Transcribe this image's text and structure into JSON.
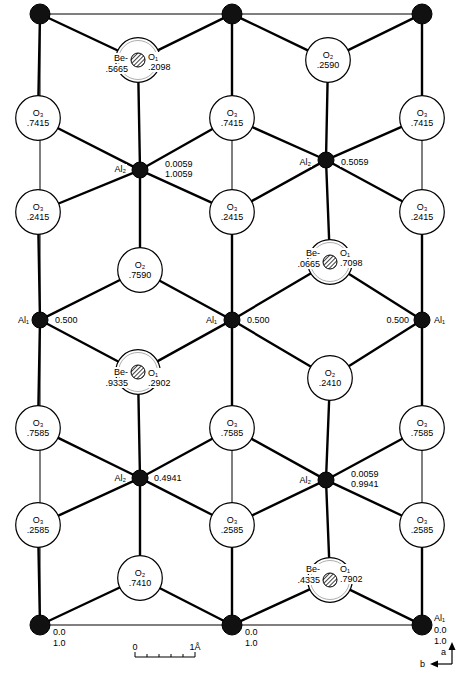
{
  "diagram": {
    "nodes": [
      {
        "text": [
          "O₁",
          ".2098"
        ]
      },
      {
        "text": [
          "O₂",
          ".2590"
        ]
      },
      {
        "text": [
          "O₃",
          ".7415"
        ]
      },
      {
        "text": [
          "O₃",
          ".7415"
        ]
      },
      {
        "text": [
          "O₃",
          ".7415"
        ]
      },
      {
        "text": [
          "O₃",
          ".2415"
        ]
      },
      {
        "text": [
          "O₃",
          ".2415"
        ]
      },
      {
        "text": [
          "O₃",
          ".2415"
        ]
      },
      {
        "text": [
          "O₁",
          ".7098"
        ]
      },
      {
        "text": [
          "O₂",
          ".7590"
        ]
      },
      {
        "text": [
          "O₁",
          ".2902"
        ]
      },
      {
        "text": [
          "O₂",
          ".2410"
        ]
      },
      {
        "text": [
          "O₃",
          ".7585"
        ]
      },
      {
        "text": [
          "O₃",
          ".7585"
        ]
      },
      {
        "text": [
          "O₃",
          ".7585"
        ]
      },
      {
        "text": [
          "O₃",
          ".2585"
        ]
      },
      {
        "text": [
          "O₃",
          ".2585"
        ]
      },
      {
        "text": [
          "O₃",
          ".2585"
        ]
      },
      {
        "text": [
          "O₂",
          ".7410"
        ]
      },
      {
        "text": [
          "O₁",
          ".7902"
        ]
      }
    ],
    "labels": [
      "Be-",
      ".5665",
      "Al₂",
      "0.0059",
      "1.0059",
      "Al₂",
      "0.5059",
      "Be-",
      ".0665",
      "Al₁",
      "0.500",
      "Al₁",
      "0.500",
      "Al₁",
      "0.500",
      "Be-",
      ".9335",
      "Al₂",
      "0.4941",
      "Al₂",
      "0.0059",
      "0.9941",
      "Be-",
      ".4335",
      "0.0",
      "1.0",
      "0.0",
      "1.0",
      "Al₁",
      "0.0",
      "1.0",
      "0",
      "1Å",
      "a",
      "b"
    ]
  }
}
